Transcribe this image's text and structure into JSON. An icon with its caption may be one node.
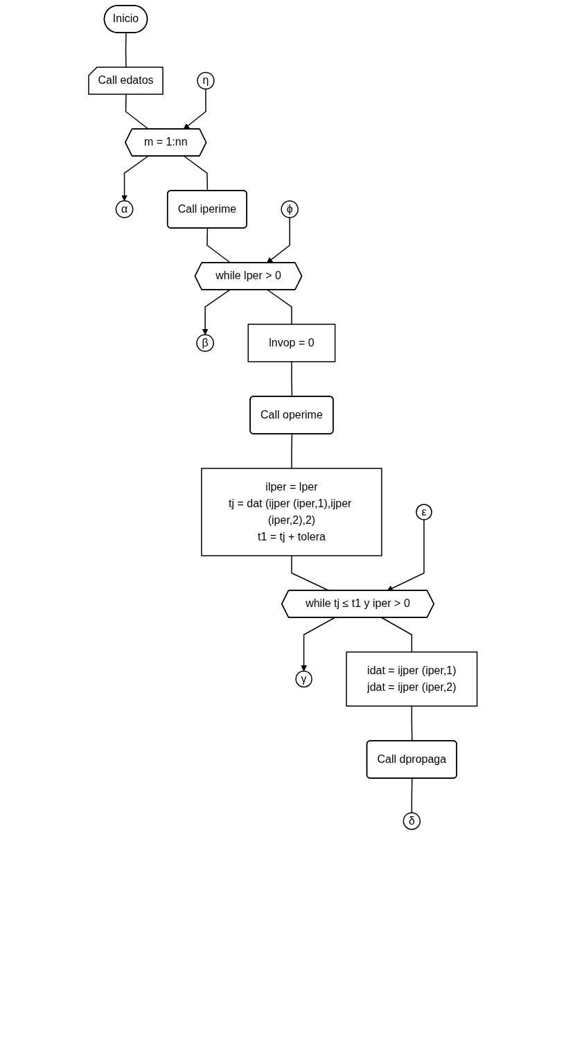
{
  "diagram": {
    "nodes": [
      {
        "text": [
          "Inicio"
        ]
      },
      {
        "text": [
          "Call edatos"
        ]
      },
      {
        "text": [
          "m = 1:nn"
        ]
      },
      {
        "text": [
          "η"
        ]
      },
      {
        "text": [
          "α"
        ]
      },
      {
        "text": [
          "Call iperime"
        ]
      },
      {
        "text": [
          "while lper > 0"
        ]
      },
      {
        "text": [
          "ϕ"
        ]
      },
      {
        "text": [
          "β"
        ]
      },
      {
        "text": [
          "lnvop = 0"
        ]
      },
      {
        "text": [
          "Call operime"
        ]
      },
      {
        "text": [
          "ilper = lper",
          "tj = dat (ijper (iper,1),ijper (iper,2),2)",
          "t1 = tj + tolera"
        ]
      },
      {
        "text": [
          "while tj ≤ t1 y iper > 0"
        ]
      },
      {
        "text": [
          "ε"
        ]
      },
      {
        "text": [
          "γ"
        ]
      },
      {
        "text": [
          "idat = ijper (iper,1)",
          "jdat = ijper (iper,2)"
        ]
      },
      {
        "text": [
          "Call dpropaga"
        ]
      },
      {
        "text": [
          "δ"
        ]
      }
    ],
    "edges": [
      {
        "from": 0,
        "to": 1,
        "arrow": "none"
      },
      {
        "from": 1,
        "to": 2,
        "arrow": "none"
      },
      {
        "from": 3,
        "to": 2,
        "arrow": "to"
      },
      {
        "from": 2,
        "to": 4,
        "arrow": "to"
      },
      {
        "from": 2,
        "to": 5,
        "arrow": "none"
      },
      {
        "from": 5,
        "to": 6,
        "arrow": "none"
      },
      {
        "from": 7,
        "to": 6,
        "arrow": "to"
      },
      {
        "from": 6,
        "to": 8,
        "arrow": "to"
      },
      {
        "from": 6,
        "to": 9,
        "arrow": "none"
      },
      {
        "from": 9,
        "to": 10,
        "arrow": "none"
      },
      {
        "from": 10,
        "to": 11,
        "arrow": "none"
      },
      {
        "from": 11,
        "to": 12,
        "arrow": "none"
      },
      {
        "from": 13,
        "to": 12,
        "arrow": "to"
      },
      {
        "from": 12,
        "to": 14,
        "arrow": "to"
      },
      {
        "from": 12,
        "to": 15,
        "arrow": "none"
      },
      {
        "from": 15,
        "to": 16,
        "arrow": "none"
      },
      {
        "from": 16,
        "to": 17,
        "arrow": "none"
      }
    ]
  }
}
